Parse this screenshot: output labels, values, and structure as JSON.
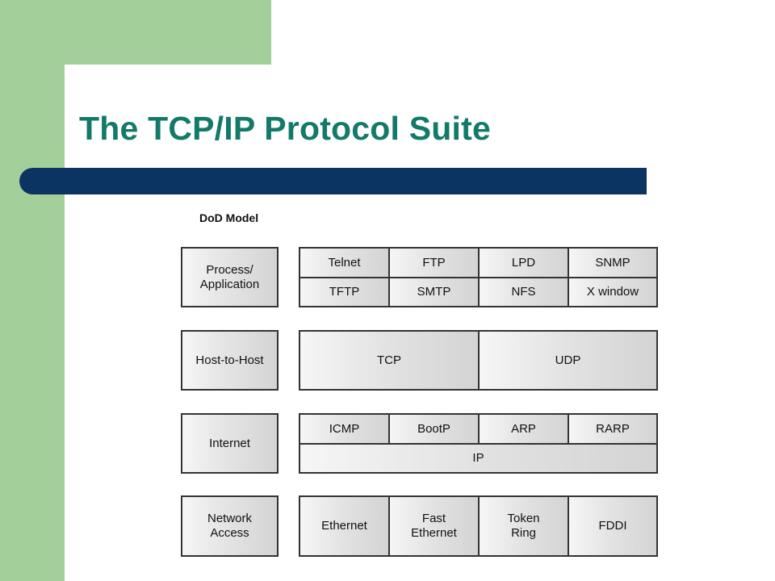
{
  "slide": {
    "title": "The TCP/IP Protocol Suite",
    "accent_colors": {
      "title": "#137a68",
      "rule": "#0b3463",
      "sidebar": "#a3cf9b"
    }
  },
  "diagram": {
    "model_label": "DoD Model",
    "layers": [
      {
        "name": "Process/\nApplication",
        "protocols": [
          "Telnet",
          "FTP",
          "LPD",
          "SNMP",
          "TFTP",
          "SMTP",
          "NFS",
          "X window"
        ]
      },
      {
        "name": "Host-to-Host",
        "protocols": [
          "TCP",
          "UDP"
        ]
      },
      {
        "name": "Internet",
        "protocols": [
          "ICMP",
          "BootP",
          "ARP",
          "RARP",
          "IP"
        ]
      },
      {
        "name": "Network\nAccess",
        "protocols": [
          "Ethernet",
          "Fast\nEthernet",
          "Token\nRing",
          "FDDI"
        ]
      }
    ]
  }
}
